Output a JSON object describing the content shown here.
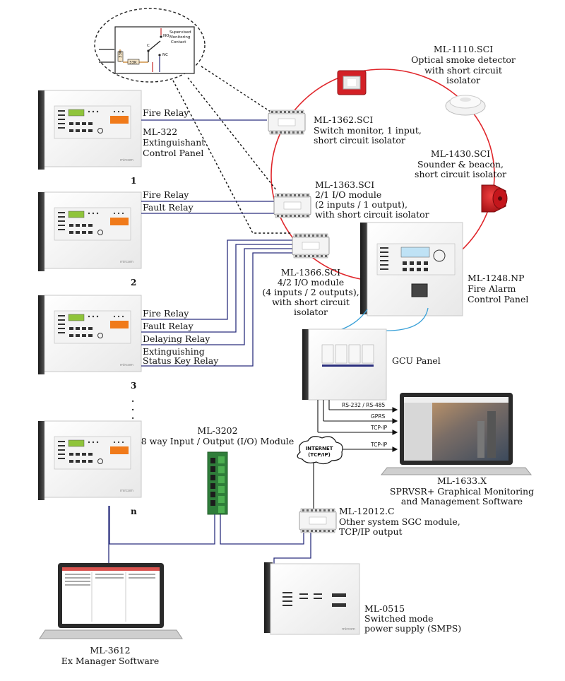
{
  "callout": {
    "title_line1": "Supervised",
    "title_line2": "Monitoring",
    "title_line3": "Contact",
    "no": "NO",
    "c": "C",
    "nc": "NC",
    "r1": "33K",
    "r2": "33K"
  },
  "panels": [
    {
      "number": "1",
      "brand": "mircom"
    },
    {
      "number": "2",
      "brand": "mircom"
    },
    {
      "number": "3",
      "brand": "mircom"
    },
    {
      "number": "n",
      "brand": "mircom"
    }
  ],
  "panel1": {
    "relay": "Fire Relay",
    "model": "ML-322",
    "desc_line1": "Extinguishant",
    "desc_line2": "Control Panel"
  },
  "panel2": {
    "relay1": "Fire Relay",
    "relay2": "Fault Relay"
  },
  "panel3": {
    "relay1": "Fire Relay",
    "relay2": "Fault Relay",
    "relay3": "Delaying Relay",
    "relay4_line1": "Extinguishing",
    "relay4_line2": "Status Key Relay"
  },
  "dots": "·\n·\n·",
  "modules": {
    "m1362": {
      "model": "ML-1362.SCI",
      "line1": "Switch monitor, 1 input,",
      "line2": "short circuit isolator"
    },
    "m1363": {
      "model": "ML-1363.SCI",
      "line1": "2/1 I/O module",
      "line2": "(2 inputs / 1 output),",
      "line3": "with short circuit isolator"
    },
    "m1366": {
      "model": "ML-1366.SCI",
      "line1": "4/2 I/O module",
      "line2": "(4 inputs / 2 outputs),",
      "line3": "with short circuit",
      "line4": "isolator"
    },
    "m1110": {
      "model": "ML-1110.SCI",
      "line1": "Optical smoke detector",
      "line2": "with short circuit",
      "line3": "isolator"
    },
    "m1430": {
      "model": "ML-1430.SCI",
      "line1": "Sounder & beacon,",
      "line2": "short circuit isolator"
    },
    "m1248": {
      "model": "ML-1248.NP",
      "line1": "Fire Alarm",
      "line2": "Control Panel"
    },
    "gcu": {
      "label": "GCU Panel"
    },
    "m3202": {
      "model": "ML-3202",
      "line1": "8 way Input / Output (I/O) Module"
    },
    "m1633": {
      "model": "ML-1633.X",
      "line1": "SPRVSR+ Graphical Monitoring",
      "line2": "and Management Software"
    },
    "m12012": {
      "model": "ML-12012.C",
      "line1": "Other system SGC module,",
      "line2": "TCP/IP output"
    },
    "m0515": {
      "model": "ML-0515",
      "line1": "Switched mode",
      "line2": "power supply (SMPS)"
    },
    "m3612": {
      "model": "ML-3612",
      "line1": "Ex Manager Software"
    }
  },
  "links": {
    "rs": "RS-232 / RS-485",
    "gprs": "GPRS",
    "tcp1": "TCP-IP",
    "tcp2": "TCP-IP",
    "internet_line1": "INTERNET",
    "internet_line2": "(TCP/IP)"
  },
  "colors": {
    "loop": "#e0262b",
    "wire": "#2b2f7e",
    "link": "#3aa1d8",
    "panel_accent": "#f07a1a",
    "lcd": "#8fc43a",
    "dark": "#222222"
  }
}
